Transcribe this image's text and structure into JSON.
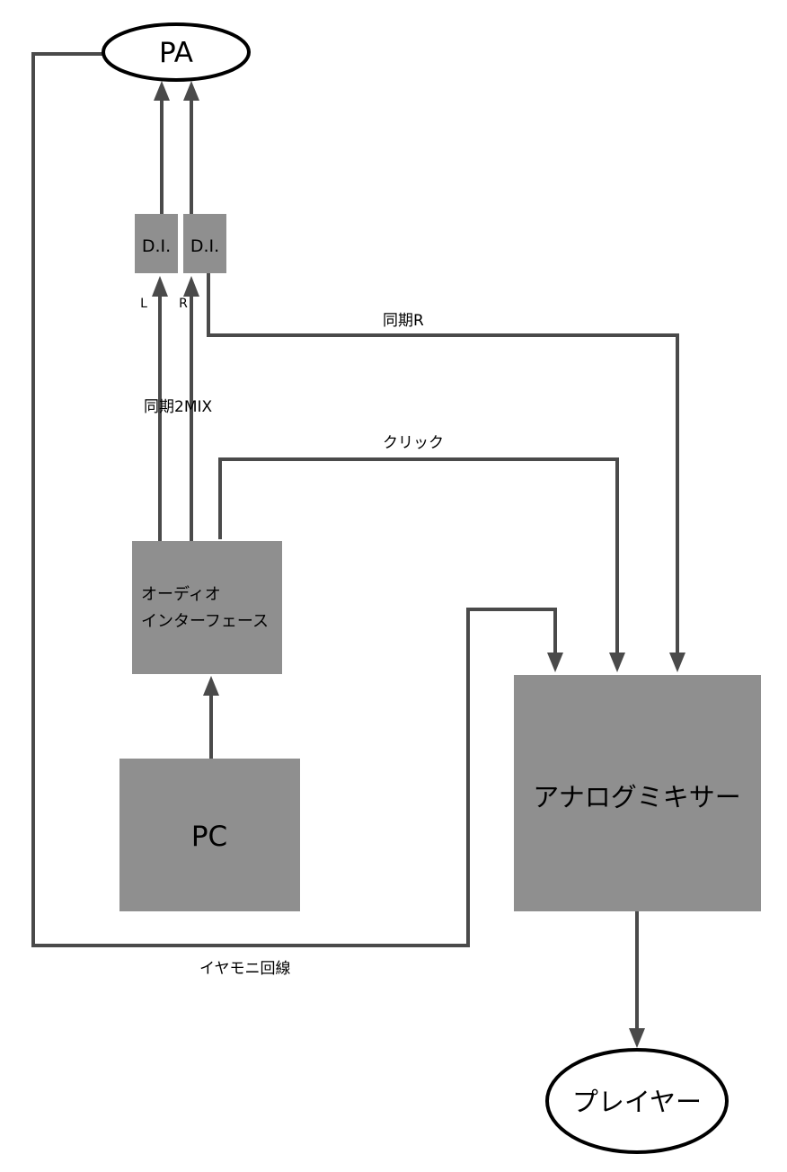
{
  "nodes": {
    "pa": "PA",
    "di_left": "D.I.",
    "di_right": "D.I.",
    "audio_interface_line1": "オーディオ",
    "audio_interface_line2": "インターフェース",
    "pc": "PC",
    "analog_mixer": "アナログミキサー",
    "player": "プレイヤー"
  },
  "edge_labels": {
    "left_channel": "L",
    "right_channel": "R",
    "sync_2mix": "同期2MIX",
    "sync_r": "同期R",
    "click": "クリック",
    "in_ear_monitor": "イヤモニ回線"
  },
  "colors": {
    "box_fill": "#8f8f8f",
    "wire": "#4a4a4a",
    "ellipse_stroke": "#000000"
  }
}
